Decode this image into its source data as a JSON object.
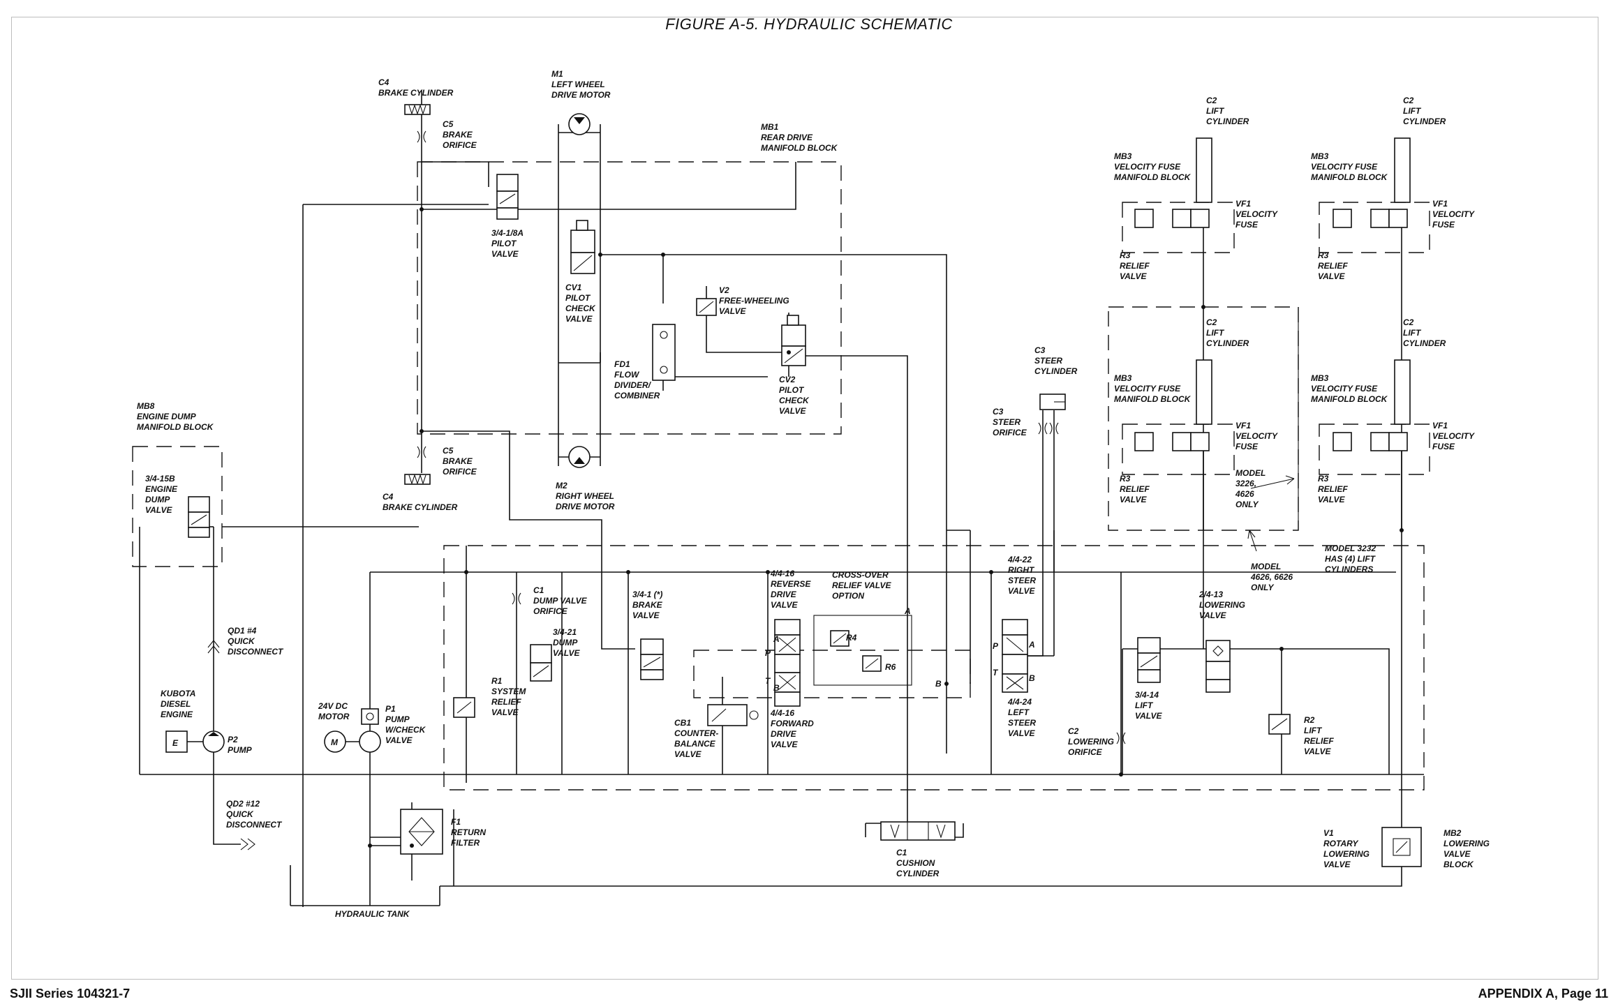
{
  "figure_title": "FIGURE A-5.  HYDRAULIC SCHEMATIC",
  "footer": {
    "left": "SJII Series   104321-7",
    "right": "APPENDIX A, Page 11"
  },
  "labels": {
    "c4_top": [
      "C4",
      "BRAKE CYLINDER"
    ],
    "c5_top": [
      "C5",
      "BRAKE",
      "ORIFICE"
    ],
    "m1": [
      "M1",
      "LEFT WHEEL",
      "DRIVE MOTOR"
    ],
    "mb1": [
      "MB1",
      "REAR DRIVE",
      "MANIFOLD BLOCK"
    ],
    "pilot_valve": [
      "3/4-1/8A",
      "PILOT",
      "VALVE"
    ],
    "cv1": [
      "CV1",
      "PILOT",
      "CHECK",
      "VALVE"
    ],
    "v2": [
      "V2",
      "FREE-WHEELING",
      "VALVE"
    ],
    "fd1": [
      "FD1",
      "FLOW",
      "DIVIDER/",
      "COMBINER"
    ],
    "cv2": [
      "CV2",
      "PILOT",
      "CHECK",
      "VALVE"
    ],
    "c5_bot": [
      "C5",
      "BRAKE",
      "ORIFICE"
    ],
    "c4_bot": [
      "C4",
      "BRAKE CYLINDER"
    ],
    "m2": [
      "M2",
      "RIGHT WHEEL",
      "DRIVE MOTOR"
    ],
    "mb8": [
      "MB8",
      "ENGINE DUMP",
      "MANIFOLD BLOCK"
    ],
    "engine_dump": [
      "3/4-15B",
      "ENGINE",
      "DUMP",
      "VALVE"
    ],
    "qd1": [
      "QD1 #4",
      "QUICK",
      "DISCONNECT"
    ],
    "kubota": [
      "KUBOTA",
      "DIESEL",
      "ENGINE"
    ],
    "p2": [
      "P2",
      "PUMP"
    ],
    "qd2": [
      "QD2 #12",
      "QUICK",
      "DISCONNECT"
    ],
    "motor": [
      "24V DC",
      "MOTOR"
    ],
    "p1": [
      "P1",
      "PUMP",
      "W/CHECK",
      "VALVE"
    ],
    "f1": [
      "F1",
      "RETURN",
      "FILTER"
    ],
    "tank": "HYDRAULIC TANK",
    "r1": [
      "R1",
      "SYSTEM",
      "RELIEF",
      "VALVE"
    ],
    "c1_orifice": [
      "C1",
      "DUMP VALVE",
      "ORIFICE"
    ],
    "dump": [
      "3/4-21",
      "DUMP",
      "VALVE"
    ],
    "brake_valve": [
      "3/4-1 (*)",
      "BRAKE",
      "VALVE"
    ],
    "reverse": [
      "4/4-16",
      "REVERSE",
      "DRIVE",
      "VALVE"
    ],
    "crossover": [
      "CROSS-OVER",
      "RELIEF VALVE",
      "OPTION"
    ],
    "r4": "R4",
    "r6": "R6",
    "forward": [
      "4/4-16",
      "FORWARD",
      "DRIVE",
      "VALVE"
    ],
    "cb1": [
      "CB1",
      "COUNTER-",
      "BALANCE",
      "VALVE"
    ],
    "cushion": [
      "C1",
      "CUSHION",
      "CYLINDER"
    ],
    "c3_cyl": [
      "C3",
      "STEER",
      "CYLINDER"
    ],
    "c3_orifice": [
      "C3",
      "STEER",
      "ORIFICE"
    ],
    "right_steer": [
      "4/4-22",
      "RIGHT",
      "STEER",
      "VALVE"
    ],
    "left_steer": [
      "4/4-24",
      "LEFT",
      "STEER",
      "VALVE"
    ],
    "c2_orifice": [
      "C2",
      "LOWERING",
      "ORIFICE"
    ],
    "lift_valve": [
      "3/4-14",
      "LIFT",
      "VALVE"
    ],
    "lowering": [
      "2/4-13",
      "LOWERING",
      "VALVE"
    ],
    "r2": [
      "R2",
      "LIFT",
      "RELIEF",
      "VALVE"
    ],
    "v1": [
      "V1",
      "ROTARY",
      "LOWERING",
      "VALVE"
    ],
    "mb2": [
      "MB2",
      "LOWERING",
      "VALVE",
      "BLOCK"
    ],
    "c2_cyl": [
      "C2",
      "LIFT",
      "CYLINDER"
    ],
    "mb3": [
      "MB3",
      "VELOCITY FUSE",
      "MANIFOLD BLOCK"
    ],
    "vf1": [
      "VF1",
      "VELOCITY",
      "FUSE"
    ],
    "r3": [
      "R3",
      "RELIEF",
      "VALVE"
    ],
    "model_3226": [
      "MODEL",
      "3226,",
      "4626",
      "ONLY"
    ],
    "model_4626": [
      "MODEL",
      "4626, 6626",
      "ONLY"
    ],
    "model_3232": [
      "MODEL 3232",
      "HAS (4) LIFT",
      "CYLINDERS"
    ],
    "port_a": "A",
    "port_b": "B",
    "port_p": "P",
    "port_t": "T",
    "engine_e": "E",
    "motor_m": "M"
  }
}
